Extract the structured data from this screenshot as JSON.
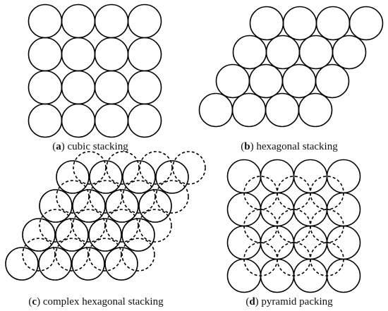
{
  "panels": [
    {
      "id": "a",
      "letter": "a",
      "caption": " cubic stacking"
    },
    {
      "id": "b",
      "letter": "b",
      "caption": " hexagonal stacking"
    },
    {
      "id": "c",
      "letter": "c",
      "caption": " complex hexagonal stacking"
    },
    {
      "id": "d",
      "letter": "d",
      "caption": " pyramid packing"
    }
  ],
  "colors": {
    "stroke": "#000000",
    "background": "#ffffff",
    "text": "#111111"
  }
}
